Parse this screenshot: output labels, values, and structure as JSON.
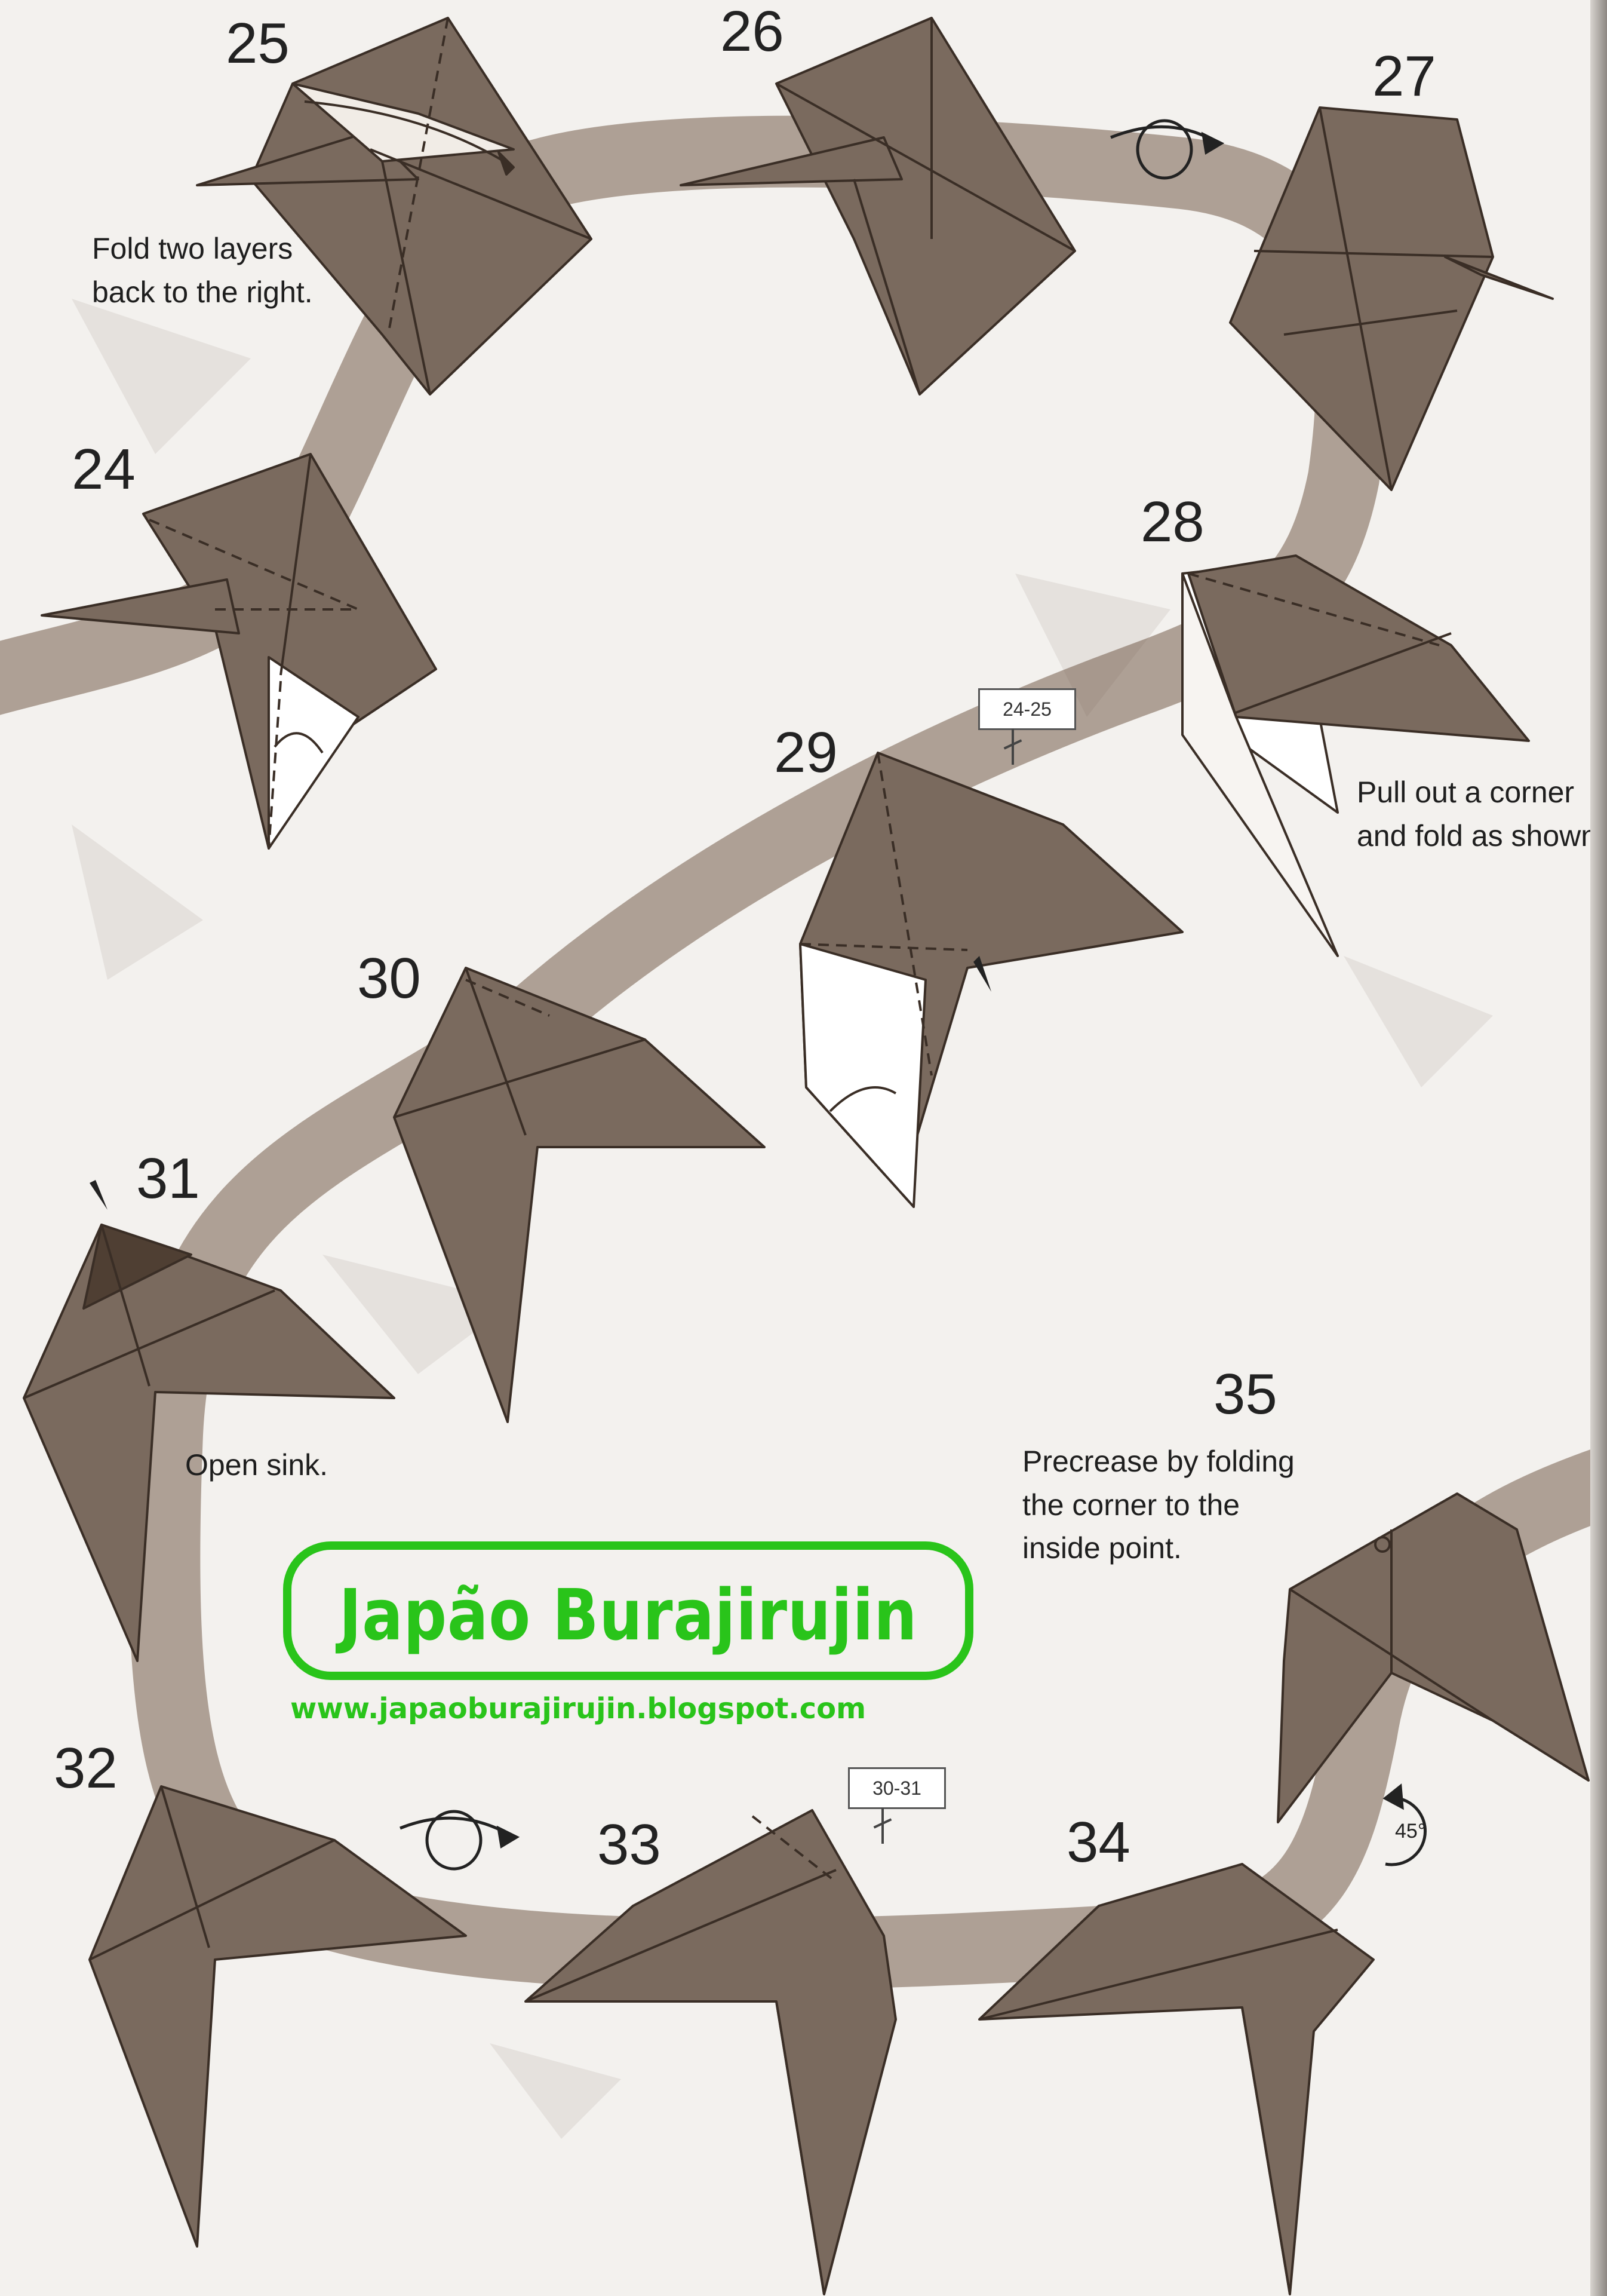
{
  "steps": {
    "s24": "24",
    "s25": "25",
    "s26": "26",
    "s27": "27",
    "s28": "28",
    "s29": "29",
    "s30": "30",
    "s31": "31",
    "s32": "32",
    "s33": "33",
    "s34": "34",
    "s35": "35"
  },
  "captions": {
    "step25": [
      "Fold two layers",
      "back to the right."
    ],
    "step28": [
      "Pull out a corner",
      "and fold as shown."
    ],
    "step31": [
      "Open sink."
    ],
    "step35": [
      "Precrease by folding",
      "the corner to the",
      "inside point."
    ]
  },
  "references": {
    "ref29": "24-25",
    "ref33": "30-31"
  },
  "rotation": {
    "label": "45°"
  },
  "watermark": {
    "title": "Japão Burajirujin",
    "url": "www.japaoburajirujin.blogspot.com"
  },
  "colors": {
    "paper": "#7a6a5e",
    "paper_light": "#8c7c70",
    "paper_white": "#ffffff",
    "ribbon": "#a8998d",
    "logo_green": "#29c41a",
    "background": "#f3f1ee"
  }
}
